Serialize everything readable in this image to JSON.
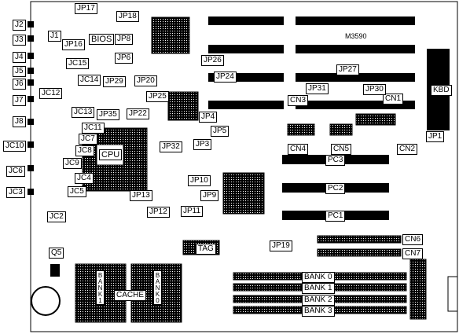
{
  "board": {
    "model": "M3590",
    "cpu": "CPU",
    "bios": "BIOS",
    "tag": "TAG",
    "cache": "CACHE",
    "kbd": "KBD"
  },
  "connectors": [
    "CN1",
    "CN2",
    "CN3",
    "CN4",
    "CN5",
    "CN6",
    "CN7",
    "PC1",
    "PC2",
    "PC3",
    "Q5"
  ],
  "banks": [
    "BANK 0",
    "BANK 1",
    "BANK 2",
    "BANK 3"
  ],
  "cache_banks": [
    "BANK1",
    "BANK0"
  ],
  "jumpers": [
    "JP1",
    "JP3",
    "JP4",
    "JP5",
    "JP6",
    "JP8",
    "JP9",
    "JP10",
    "JP11",
    "JP12",
    "JP13",
    "JP16",
    "JP17",
    "JP18",
    "JP19",
    "JP20",
    "JP22",
    "JP24",
    "JP25",
    "JP26",
    "JP27",
    "JP29",
    "JP30",
    "JP31",
    "JP32",
    "JP35"
  ],
  "jc": [
    "J1",
    "J2",
    "J3",
    "J4",
    "J5",
    "J6",
    "J7",
    "J8",
    "JC2",
    "JC3",
    "JC4",
    "JC5",
    "JC6",
    "JC7",
    "JC8",
    "JC9",
    "JC10",
    "JC11",
    "JC12",
    "JC13",
    "JC14",
    "JC15"
  ]
}
